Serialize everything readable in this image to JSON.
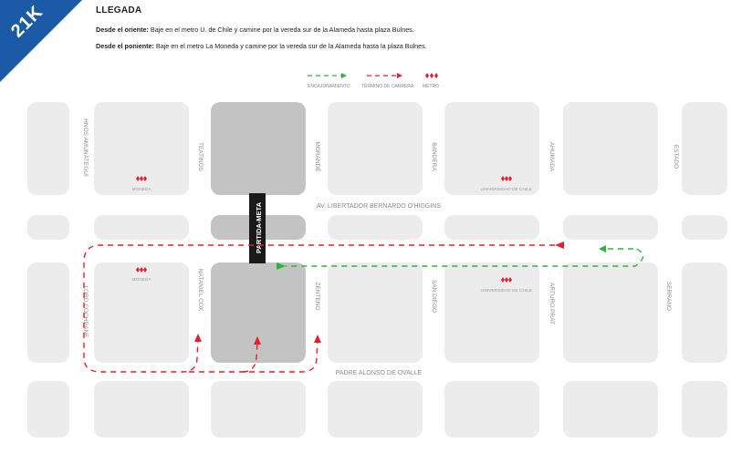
{
  "header": {
    "badge": "21K",
    "title": "LLEGADA",
    "east": {
      "label": "Desde el oriente:",
      "text": " Baje en el metro U. de Chile y camine por la vereda sur de la Alameda hasta plaza Bulnes."
    },
    "west": {
      "label": "Desde el poniente:",
      "text": " Baje en el metro La Moneda y camine por la vereda sur de la Alameda hasta la plaza Bulnes."
    }
  },
  "legend": {
    "encajonamiento": "ENCAJONAMIENTO",
    "termino": "TÉRMINO DE CARRERA",
    "metro": "METRO"
  },
  "streets": {
    "vertical_top": [
      "HNOS AMUNÁTEGUI",
      "TEATINOS",
      "MORANDÉ",
      "BANDERA",
      "AHUMADA",
      "ESTADO"
    ],
    "vertical_bottom": [
      "LORD COCHRANE",
      "NATANIEL COX",
      "ZENTENO",
      "SAN DIEGO",
      "ARTURO PRAT",
      "SERRANO"
    ],
    "alameda": "AV. LIBERTADOR BERNARDO O'HIGGINS",
    "padre": "PADRE ALONSO DE OVALLE"
  },
  "stations": {
    "moneda": "MONEDA",
    "uchile": "UNIVERSIDAD DE CHILE"
  },
  "start_finish": "PARTIDA-META",
  "colors": {
    "badge": "#1a5aa6",
    "block": "#ececec",
    "highlight": "#c3c3c3",
    "route_red": "#e0202e",
    "route_green": "#2bb53a",
    "street_text": "#8c8c8c"
  }
}
